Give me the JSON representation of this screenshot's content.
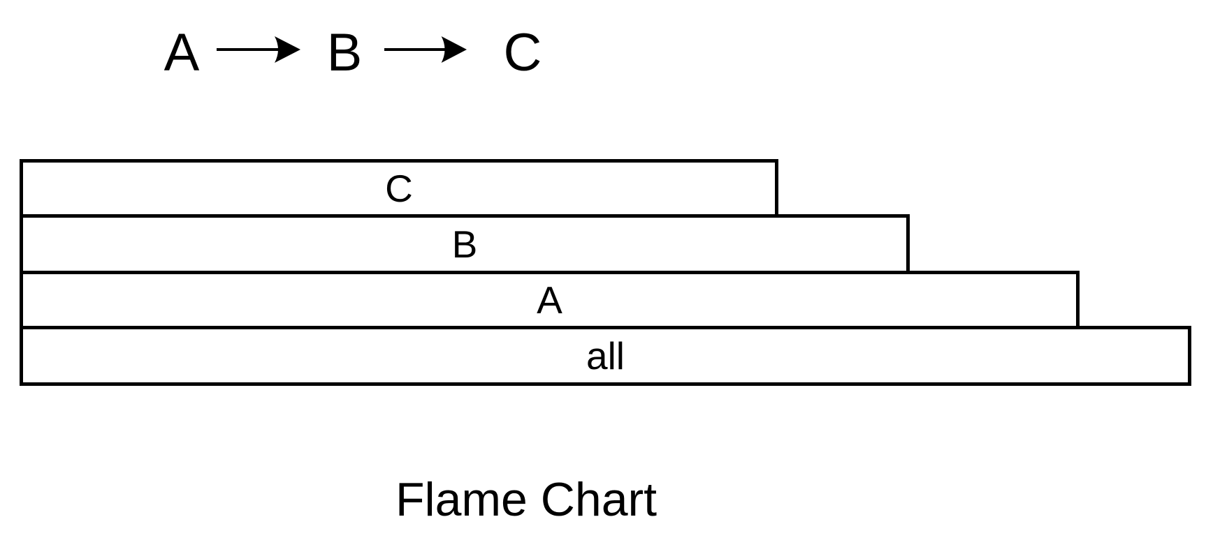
{
  "colors": {
    "background": "#ffffff",
    "stroke": "#000000",
    "frame_fill": "#ffffff",
    "text": "#000000"
  },
  "call_chain": {
    "nodes": [
      "A",
      "B",
      "C"
    ],
    "arrow_glyph": "→"
  },
  "flame_chart": {
    "frames": [
      {
        "label": "C",
        "depth": 3,
        "width_fraction": 0.648
      },
      {
        "label": "B",
        "depth": 2,
        "width_fraction": 0.76
      },
      {
        "label": "A",
        "depth": 1,
        "width_fraction": 0.905
      },
      {
        "label": "all",
        "depth": 0,
        "width_fraction": 1.0
      }
    ],
    "alignment": "left",
    "root_label": "all"
  },
  "title": {
    "text": "Flame Chart"
  }
}
